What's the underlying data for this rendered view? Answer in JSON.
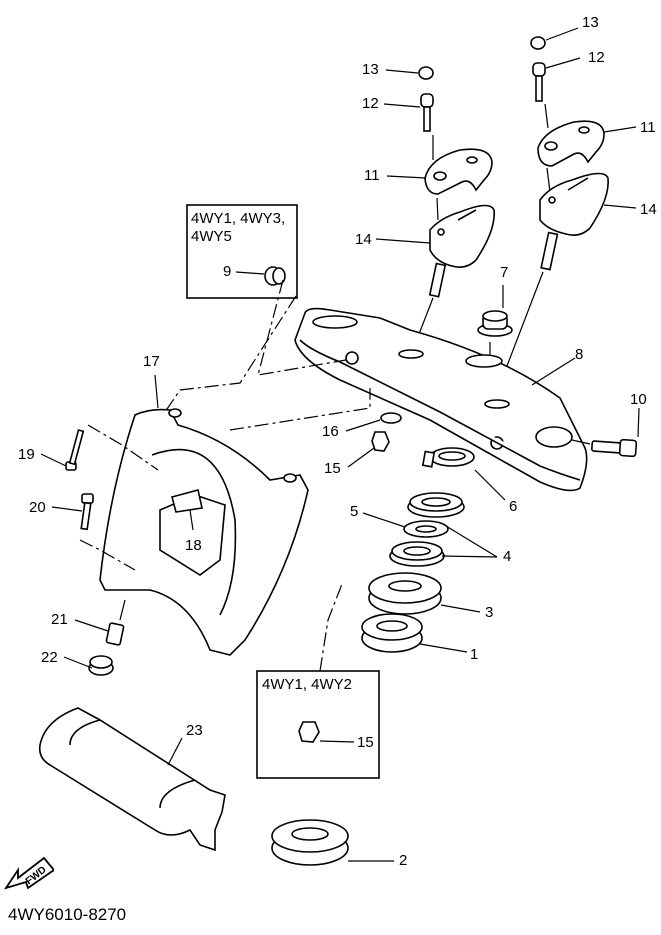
{
  "document_id": "4WY6010-8270",
  "fwd_badge": "FWD",
  "variant_boxes": [
    {
      "title": "4WY1, 4WY3,\n4WY5",
      "title_line1": "4WY1, 4WY3,",
      "title_line2": "4WY5",
      "parts": [
        "9"
      ]
    },
    {
      "title": "4WY1, 4WY2",
      "parts": [
        "15"
      ]
    }
  ],
  "callouts": {
    "p1": "1",
    "p2": "2",
    "p3": "3",
    "p4": "4",
    "p5": "5",
    "p6": "6",
    "p7": "7",
    "p8": "8",
    "p9": "9",
    "p10": "10",
    "p11_left": "11",
    "p11_right": "11",
    "p12_left": "12",
    "p12_right": "12",
    "p13_left": "13",
    "p13_right": "13",
    "p14_left": "14",
    "p14_right": "14",
    "p15_main": "15",
    "p15_box": "15",
    "p16": "16",
    "p17": "17",
    "p18": "18",
    "p19": "19",
    "p20": "20",
    "p21": "21",
    "p22": "22",
    "p23": "23"
  }
}
